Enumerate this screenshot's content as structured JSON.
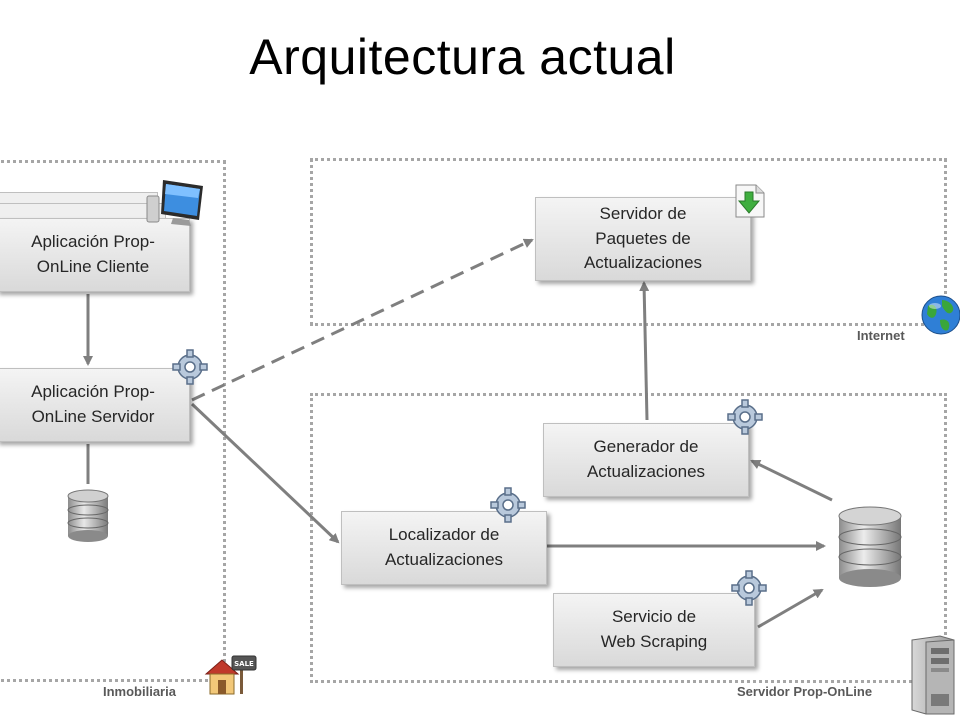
{
  "title": "Arquitectura actual",
  "zones": {
    "inmobiliaria": "Inmobiliaria",
    "internet": "Internet",
    "servidor": "Servidor Prop-OnLine"
  },
  "nodes": {
    "cliente": "Aplicación Prop-\nOnLine Cliente",
    "servidor_app": "Aplicación Prop-\nOnLine Servidor",
    "paquetes": "Servidor de\nPaquetes de\nActualizaciones",
    "generador": "Generador de\nActualizaciones",
    "localizador": "Localizador de\nActualizaciones",
    "scraping": "Servicio de\nWeb Scraping"
  },
  "icons": {
    "computer": "computer-icon",
    "gear": "gear-icon",
    "database": "database-icon",
    "download": "download-icon",
    "globe": "globe-icon",
    "house": "house-sale-icon",
    "server": "server-tower-icon"
  },
  "house_badge": "SALE",
  "colors": {
    "arrow": "#7f7f7f",
    "zone_border": "#a6a6a6",
    "box_top": "#f4f4f4",
    "box_bottom": "#d9d9d9"
  }
}
